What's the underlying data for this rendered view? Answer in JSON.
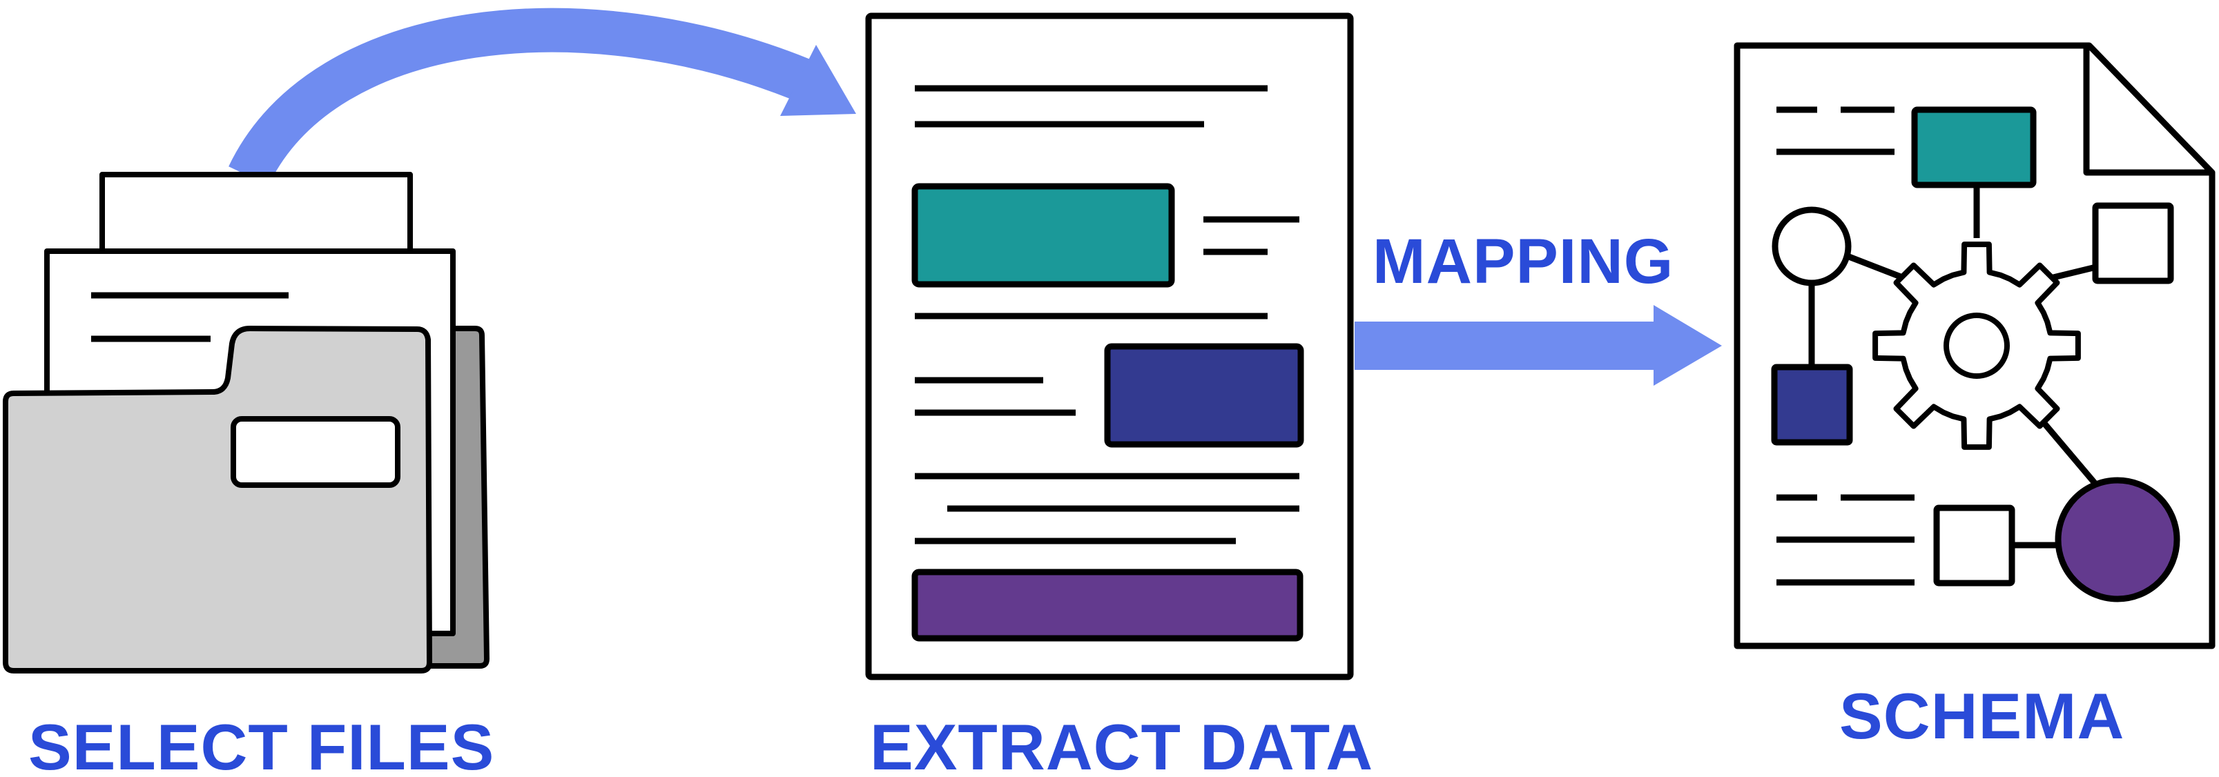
{
  "labels": {
    "select_files": "SELECT FILES",
    "extract_data": "EXTRACT DATA",
    "mapping": "MAPPING",
    "schema": "SCHEMA"
  },
  "colors": {
    "label_blue": "#2a4bd8",
    "arrow_blue": "#6f8cf0",
    "teal": "#1b9999",
    "navy": "#333a90",
    "purple": "#633a8e",
    "folder_front": "#d1d1d1",
    "folder_back": "#999999",
    "outline": "#000000"
  },
  "icons": {
    "folder": "folder-with-files-icon",
    "document": "extracted-document-icon",
    "schema": "schema-diagram-icon",
    "gear": "gear-icon"
  }
}
